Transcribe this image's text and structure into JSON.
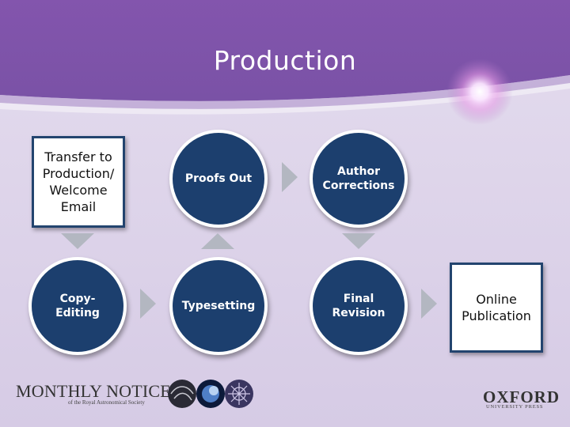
{
  "slide": {
    "title": "Production",
    "colors": {
      "header": "#7e57a9",
      "node_fill": "#1c3f6e",
      "arrow": "#b3b7c1",
      "box_border": "#23446f"
    }
  },
  "flow": {
    "transfer": "Transfer to Production/ Welcome Email",
    "copyediting": "Copy-Editing",
    "typesetting": "Typesetting",
    "proofs_out": "Proofs Out",
    "author_corrections": "Author Corrections",
    "final_revision": "Final Revision",
    "online_publication": "Online Publication"
  },
  "footer": {
    "journal_name": "MONTHLY NOTICES",
    "journal_sub": "of the Royal Astronomical Society",
    "publisher_name": "OXFORD",
    "publisher_sub": "UNIVERSITY PRESS"
  }
}
